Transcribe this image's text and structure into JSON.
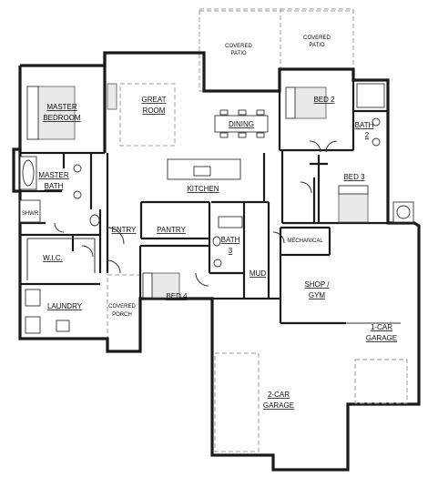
{
  "plan": {
    "rooms": {
      "covered_patio_left_1": "COVERED",
      "covered_patio_left_2": "PATIO",
      "covered_patio_right_1": "COVERED",
      "covered_patio_right_2": "PATIO",
      "master_bedroom_1": "MASTER",
      "master_bedroom_2": "BEDROOM",
      "great_room_1": "GREAT",
      "great_room_2": "ROOM",
      "dining": "DINING",
      "bed2": "BED 2",
      "bath2_1": "BATH",
      "bath2_2": "2",
      "master_bath_1": "MASTER",
      "master_bath_2": "BATH",
      "kitchen": "KITCHEN",
      "bed3": "BED 3",
      "shwr": "SHWR",
      "entry": "ENTRY",
      "pantry": "PANTRY",
      "bath3_1": "BATH",
      "bath3_2": "3",
      "mechanical": "MECHANICAL",
      "wic": "W.I.C.",
      "shop_gym_1": "SHOP /",
      "shop_gym_2": "GYM",
      "mud": "MUD",
      "bed4": "BED 4",
      "laundry": "LAUNDRY",
      "covered_porch_1": "COVERED",
      "covered_porch_2": "PORCH",
      "garage1_1": "1-CAR",
      "garage1_2": "GARAGE",
      "garage2_1": "2-CAR",
      "garage2_2": "GARAGE"
    }
  }
}
